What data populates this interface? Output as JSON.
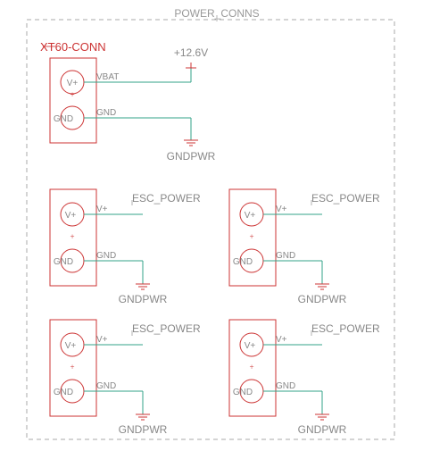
{
  "sheet": {
    "title": "POWER_CONNS"
  },
  "main_connector": {
    "ref": "XT60-CONN",
    "pin_top": "V+",
    "pin_bottom": "GND",
    "wire_top": "VBAT",
    "wire_bottom": "GND",
    "supply_label": "+12.6V",
    "ground_label": "GNDPWR",
    "plus": "+"
  },
  "esc_connectors": [
    {
      "pin_top": "V+",
      "pin_bottom": "GND",
      "wire_top": "V+",
      "wire_bottom": "GND",
      "net_label": "ESC_POWER",
      "ground_label": "GNDPWR",
      "plus": "+"
    },
    {
      "pin_top": "V+",
      "pin_bottom": "GND",
      "wire_top": "V+",
      "wire_bottom": "GND",
      "net_label": "ESC_POWER",
      "ground_label": "GNDPWR",
      "plus": "+"
    },
    {
      "pin_top": "V+",
      "pin_bottom": "GND",
      "wire_top": "V+",
      "wire_bottom": "GND",
      "net_label": "ESC_POWER",
      "ground_label": "GNDPWR",
      "plus": "+"
    },
    {
      "pin_top": "V+",
      "pin_bottom": "GND",
      "wire_top": "V+",
      "wire_bottom": "GND",
      "net_label": "ESC_POWER",
      "ground_label": "GNDPWR",
      "plus": "+"
    }
  ],
  "colors": {
    "symbol": "#cc3333",
    "wire": "#33a38a",
    "text": "#888888",
    "frame": "#a8a8a8"
  }
}
